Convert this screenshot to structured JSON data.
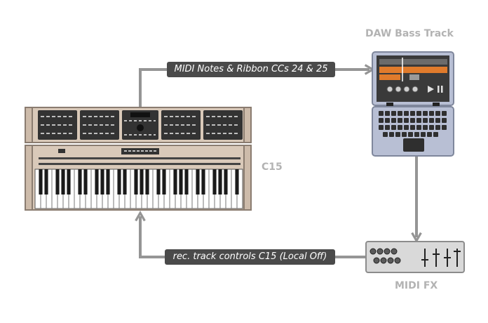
{
  "labels": {
    "daw_title": "DAW Bass Track",
    "c15": "C15",
    "midi_fx": "MIDI FX",
    "top_connection": "MIDI Notes & Ribbon CCs 24 & 25",
    "bottom_connection": "rec. track controls C15 (Local Off)"
  },
  "colors": {
    "arrow": "#959595",
    "pill_bg": "#4a4a4a",
    "keyboard_body": "#d9c9b9",
    "keyboard_outline": "#8a7c70",
    "laptop_body": "#b8bfd4",
    "laptop_dark": "#3a3a3a",
    "daw_orange": "#e07b2c",
    "fx_box": "#d9d9d9"
  },
  "icons": {
    "keyboard": "synth-keyboard-icon",
    "laptop": "laptop-icon",
    "fx": "midi-fx-box-icon"
  }
}
